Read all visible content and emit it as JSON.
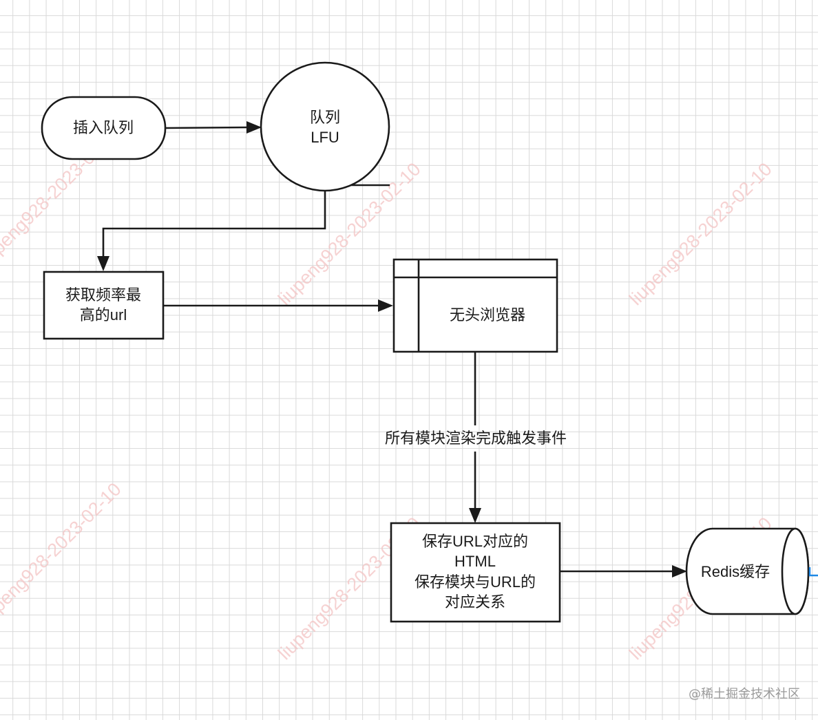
{
  "nodes": {
    "insert_queue": "插入队列",
    "lfu_queue": [
      "队列",
      "LFU"
    ],
    "get_top_url": [
      "获取频率最",
      "高的url"
    ],
    "headless_browser": "无头浏览器",
    "save_html": [
      "保存URL对应的",
      "HTML",
      "保存模块与URL的",
      "对应关系"
    ],
    "redis_cache": "Redis缓存"
  },
  "edges": {
    "render_complete_label": "所有模块渲染完成触发事件"
  },
  "watermark": "liupeng928-2023-02-10",
  "attribution": "@稀土掘金技术社区",
  "colors": {
    "stroke": "#1a1a1a",
    "grid": "#d9d9d9",
    "watermark": "#f3c4c4",
    "attribution": "#9a9a9a",
    "accent_edge": "#1e88e5"
  }
}
